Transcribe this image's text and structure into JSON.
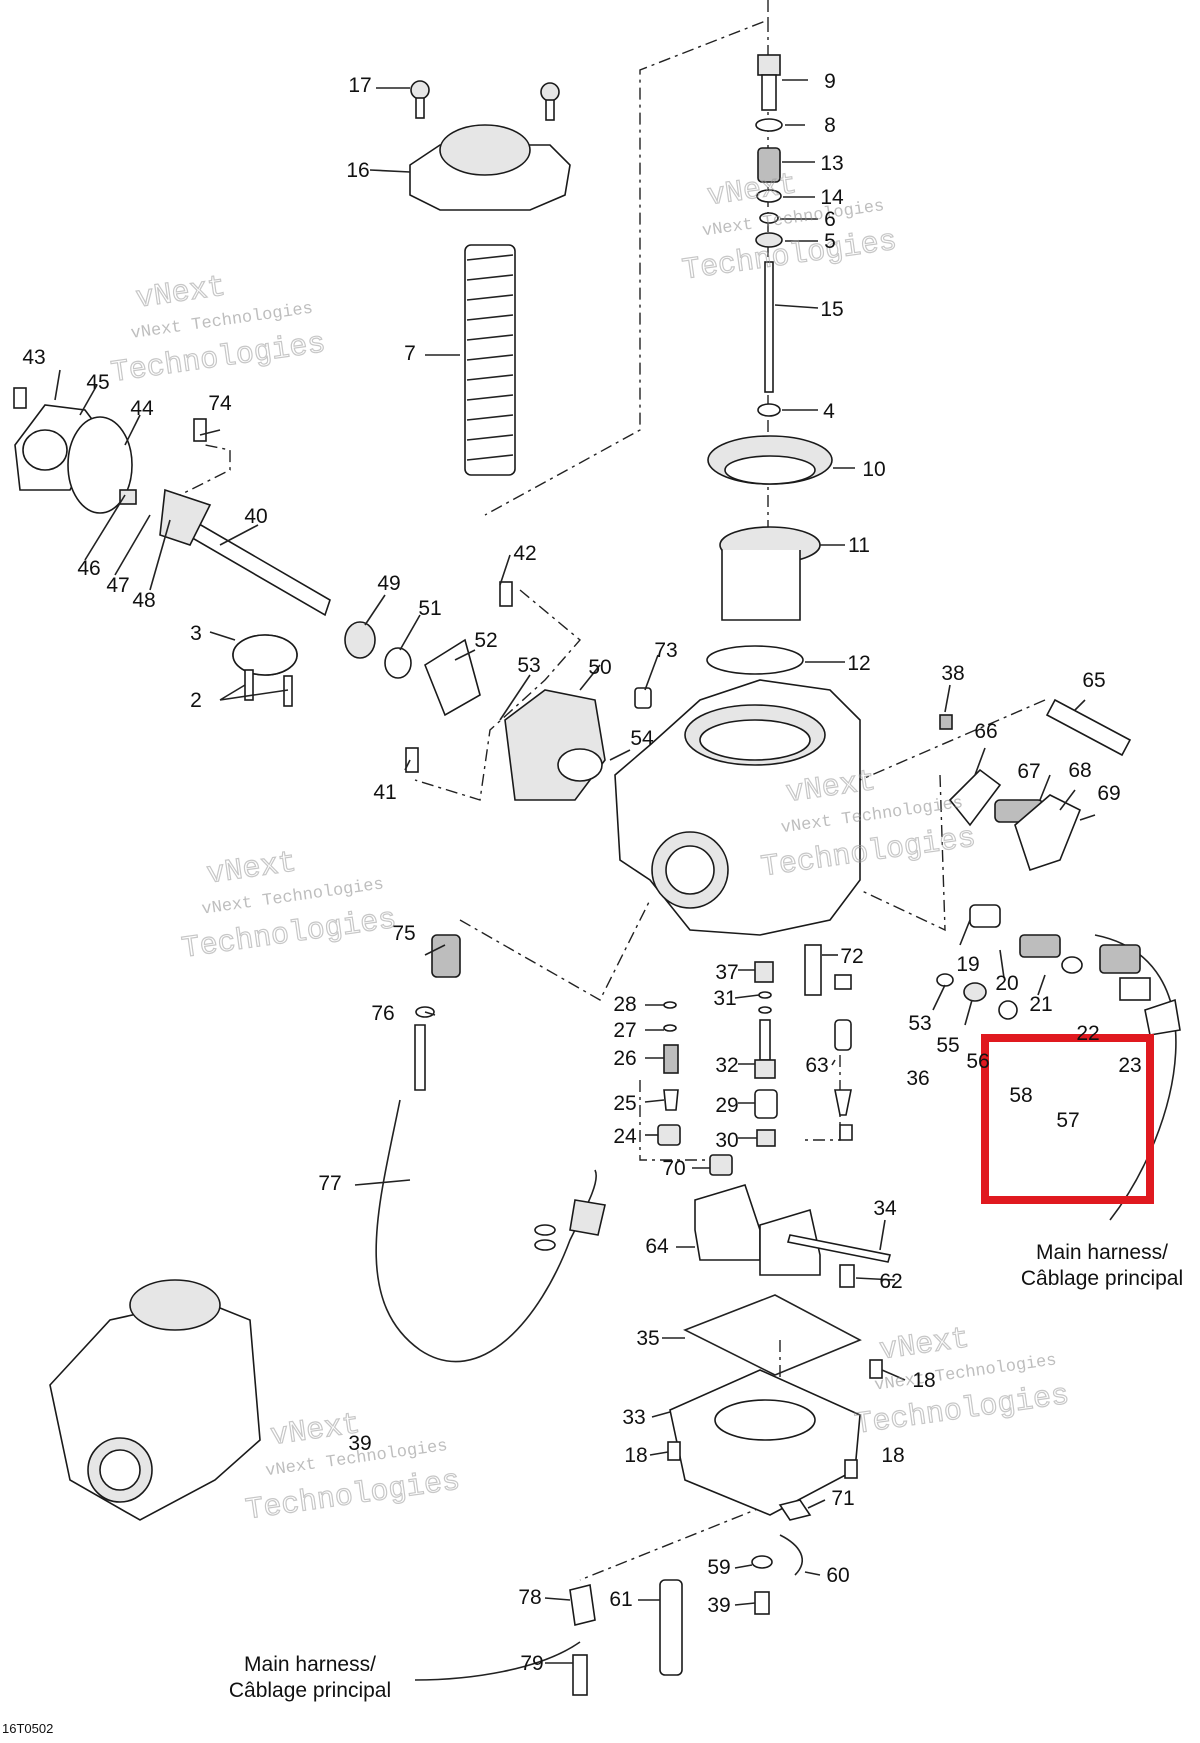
{
  "diagram": {
    "figure_code": "16T0502",
    "callouts": [
      {
        "id": "c17",
        "text": "17"
      },
      {
        "id": "c16",
        "text": "16"
      },
      {
        "id": "c7",
        "text": "7"
      },
      {
        "id": "c9",
        "text": "9"
      },
      {
        "id": "c8",
        "text": "8"
      },
      {
        "id": "c13",
        "text": "13"
      },
      {
        "id": "c14",
        "text": "14"
      },
      {
        "id": "c6",
        "text": "6"
      },
      {
        "id": "c5",
        "text": "5"
      },
      {
        "id": "c15",
        "text": "15"
      },
      {
        "id": "c4",
        "text": "4"
      },
      {
        "id": "c10",
        "text": "10"
      },
      {
        "id": "c11",
        "text": "11"
      },
      {
        "id": "c12",
        "text": "12"
      },
      {
        "id": "c43",
        "text": "43"
      },
      {
        "id": "c45",
        "text": "45"
      },
      {
        "id": "c44",
        "text": "44"
      },
      {
        "id": "c74",
        "text": "74"
      },
      {
        "id": "c40",
        "text": "40"
      },
      {
        "id": "c46",
        "text": "46"
      },
      {
        "id": "c47",
        "text": "47"
      },
      {
        "id": "c48",
        "text": "48"
      },
      {
        "id": "c42",
        "text": "42"
      },
      {
        "id": "c49",
        "text": "49"
      },
      {
        "id": "c51",
        "text": "51"
      },
      {
        "id": "c52",
        "text": "52"
      },
      {
        "id": "c3",
        "text": "3"
      },
      {
        "id": "c2",
        "text": "2"
      },
      {
        "id": "c53a",
        "text": "53"
      },
      {
        "id": "c50",
        "text": "50"
      },
      {
        "id": "c73",
        "text": "73"
      },
      {
        "id": "c54",
        "text": "54"
      },
      {
        "id": "c41",
        "text": "41"
      },
      {
        "id": "c38",
        "text": "38"
      },
      {
        "id": "c65",
        "text": "65"
      },
      {
        "id": "c66",
        "text": "66"
      },
      {
        "id": "c67",
        "text": "67"
      },
      {
        "id": "c68",
        "text": "68"
      },
      {
        "id": "c69",
        "text": "69"
      },
      {
        "id": "c75",
        "text": "75"
      },
      {
        "id": "c76",
        "text": "76"
      },
      {
        "id": "c37",
        "text": "37"
      },
      {
        "id": "c72",
        "text": "72"
      },
      {
        "id": "c28",
        "text": "28"
      },
      {
        "id": "c31",
        "text": "31"
      },
      {
        "id": "c27",
        "text": "27"
      },
      {
        "id": "c26",
        "text": "26"
      },
      {
        "id": "c32",
        "text": "32"
      },
      {
        "id": "c63",
        "text": "63"
      },
      {
        "id": "c36",
        "text": "36"
      },
      {
        "id": "c25",
        "text": "25"
      },
      {
        "id": "c29",
        "text": "29"
      },
      {
        "id": "c24",
        "text": "24"
      },
      {
        "id": "c30",
        "text": "30"
      },
      {
        "id": "c70",
        "text": "70"
      },
      {
        "id": "c19",
        "text": "19"
      },
      {
        "id": "c20",
        "text": "20"
      },
      {
        "id": "c21",
        "text": "21"
      },
      {
        "id": "c53b",
        "text": "53"
      },
      {
        "id": "c55",
        "text": "55"
      },
      {
        "id": "c56",
        "text": "56"
      },
      {
        "id": "c22",
        "text": "22"
      },
      {
        "id": "c23",
        "text": "23"
      },
      {
        "id": "c58",
        "text": "58"
      },
      {
        "id": "c57",
        "text": "57"
      },
      {
        "id": "c77",
        "text": "77"
      },
      {
        "id": "c34",
        "text": "34"
      },
      {
        "id": "c64",
        "text": "64"
      },
      {
        "id": "c62",
        "text": "62"
      },
      {
        "id": "c35",
        "text": "35"
      },
      {
        "id": "c18a",
        "text": "18"
      },
      {
        "id": "c33",
        "text": "33"
      },
      {
        "id": "c18b",
        "text": "18"
      },
      {
        "id": "c18c",
        "text": "18"
      },
      {
        "id": "c39b",
        "text": "39"
      },
      {
        "id": "c71",
        "text": "71"
      },
      {
        "id": "c59",
        "text": "59"
      },
      {
        "id": "c60",
        "text": "60"
      },
      {
        "id": "c39",
        "text": "39"
      },
      {
        "id": "c61",
        "text": "61"
      },
      {
        "id": "c78",
        "text": "78"
      },
      {
        "id": "c79",
        "text": "79"
      }
    ],
    "harness_right": {
      "line1": "Main harness/",
      "line2": "Câblage principal"
    },
    "harness_bottom": {
      "line1": "Main harness/",
      "line2": "Câblage principal"
    },
    "watermark": {
      "line1": "vNext",
      "line2": "vNext Technologies",
      "line3": "Technologies"
    },
    "highlight_color": "#e0191f"
  }
}
